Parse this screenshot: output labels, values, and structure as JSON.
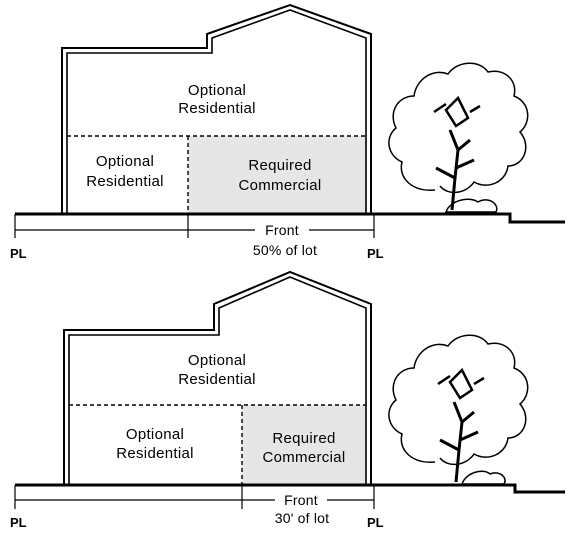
{
  "colors": {
    "line": "#000000",
    "commercial_fill": "#e6e6e6",
    "background": "#ffffff"
  },
  "diagrams": [
    {
      "upper_label_1": "Optional",
      "upper_label_2": "Residential",
      "lower_left_label_1": "Optional",
      "lower_left_label_2": "Residential",
      "commercial_label_1": "Required",
      "commercial_label_2": "Commercial",
      "front_label": "Front",
      "front_sub_label": "50% of lot",
      "pl_left": "PL",
      "pl_right": "PL"
    },
    {
      "upper_label_1": "Optional",
      "upper_label_2": "Residential",
      "lower_left_label_1": "Optional",
      "lower_left_label_2": "Residential",
      "commercial_label_1": "Required",
      "commercial_label_2": "Commercial",
      "front_label": "Front",
      "front_sub_label": "30' of lot",
      "pl_left": "PL",
      "pl_right": "PL"
    }
  ]
}
